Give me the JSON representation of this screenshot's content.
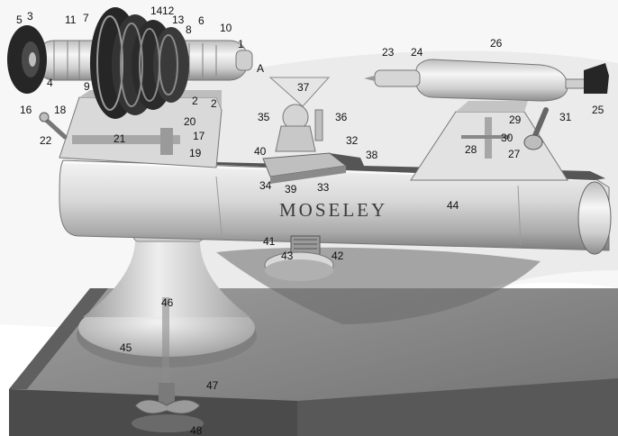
{
  "diagram": {
    "brand": "MOSELEY",
    "part_labels": [
      "1",
      "2",
      "2",
      "3",
      "4",
      "5",
      "6",
      "7",
      "8",
      "9",
      "10",
      "11",
      "12",
      "13",
      "14",
      "16",
      "17",
      "18",
      "19",
      "20",
      "21",
      "22",
      "23",
      "24",
      "25",
      "26",
      "27",
      "28",
      "29",
      "30",
      "31",
      "32",
      "33",
      "34",
      "35",
      "36",
      "37",
      "38",
      "39",
      "40",
      "41",
      "42",
      "43",
      "44",
      "45",
      "46",
      "47",
      "48",
      "A"
    ]
  },
  "colors": {
    "background": "#ffffff",
    "shadow": "#8a8a8a",
    "metal_light": "#e9e9e9",
    "metal_mid": "#c4c4c4",
    "metal_dark": "#555555",
    "pulley_dark": "#262626",
    "ink": "#111111"
  }
}
